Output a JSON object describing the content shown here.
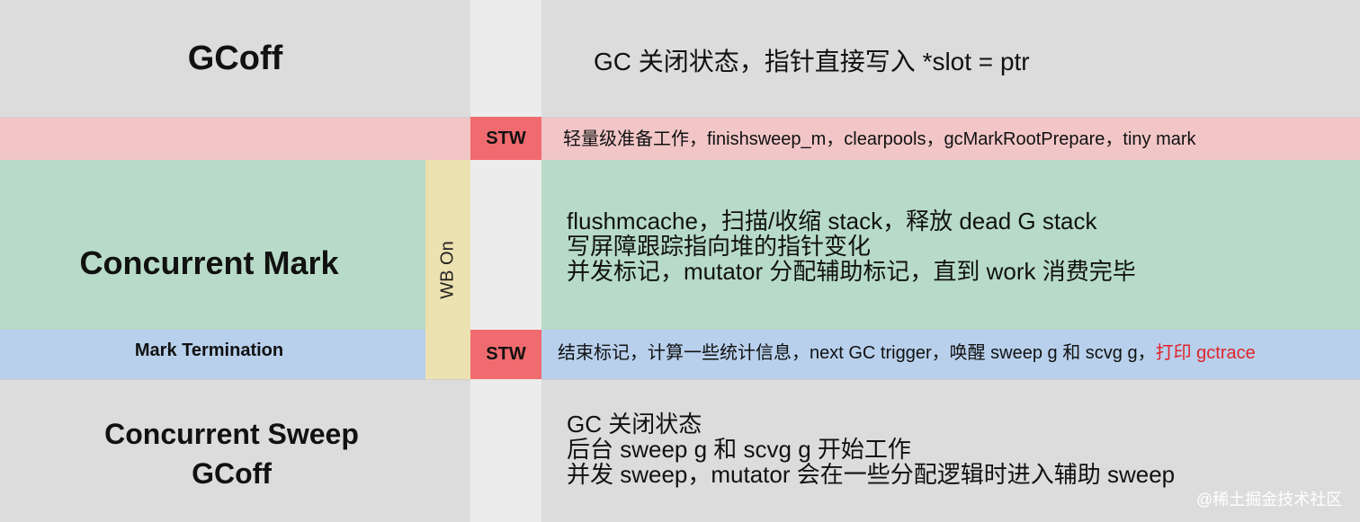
{
  "phases": {
    "gcoff_top": "GCoff",
    "concurrent_mark": "Concurrent Mark",
    "mark_termination": "Mark Termination",
    "concurrent_sweep": "Concurrent Sweep",
    "gcoff_bottom": "GCoff"
  },
  "stw": {
    "label_1": "STW",
    "label_2": "STW"
  },
  "wb": {
    "label": "WB On"
  },
  "descriptions": {
    "gcoff": "GC 关闭状态，指针直接写入 *slot = ptr",
    "stw_prepare": "轻量级准备工作，finishsweep_m，clearpools，gcMarkRootPrepare，tiny mark",
    "mark_lines": [
      "flushmcache，扫描/收缩 stack，释放 dead G stack",
      "写屏障跟踪指向堆的指针变化",
      "并发标记，mutator 分配辅助标记，直到 work 消费完毕"
    ],
    "termination_main": "结束标记，计算一些统计信息，next GC trigger，唤醒 sweep g 和 scvg g，",
    "termination_highlight": "打印 gctrace",
    "sweep_lines": [
      "GC 关闭状态",
      "后台 sweep g 和 scvg g 开始工作",
      "并发 sweep，mutator 会在一些分配逻辑时进入辅助 sweep"
    ]
  },
  "watermark": "@稀土掘金技术社区",
  "colors": {
    "gray": "#dcdcdc",
    "pink": "#f2c6c7",
    "green": "#b7dbc8",
    "blue": "#b8d0ec",
    "stw_red": "#f06b6f",
    "wb_yellow": "#ece1b0",
    "highlight_red": "#e0232a"
  }
}
